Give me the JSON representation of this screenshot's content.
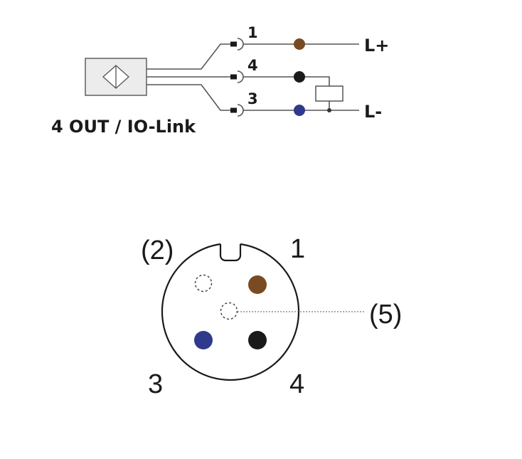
{
  "wiring": {
    "caption": "4 OUT / IO-Link",
    "pins": [
      {
        "number": "1",
        "wire_color": "#7a4a22"
      },
      {
        "number": "4",
        "wire_color": "#1a1a1a"
      },
      {
        "number": "3",
        "wire_color": "#2e3a8c"
      }
    ],
    "supply_positive": "L+",
    "supply_negative": "L-",
    "sensor_symbol": "inductive-sensor-icon",
    "load_symbol": "load-resistor-icon"
  },
  "connector": {
    "pins": [
      {
        "label": "1",
        "color": "#7a4a22",
        "populated": true
      },
      {
        "label": "(2)",
        "populated": false
      },
      {
        "label": "3",
        "color": "#2e3a8c",
        "populated": true
      },
      {
        "label": "4",
        "color": "#1a1a1a",
        "populated": true
      },
      {
        "label": "(5)",
        "populated": false
      }
    ]
  }
}
